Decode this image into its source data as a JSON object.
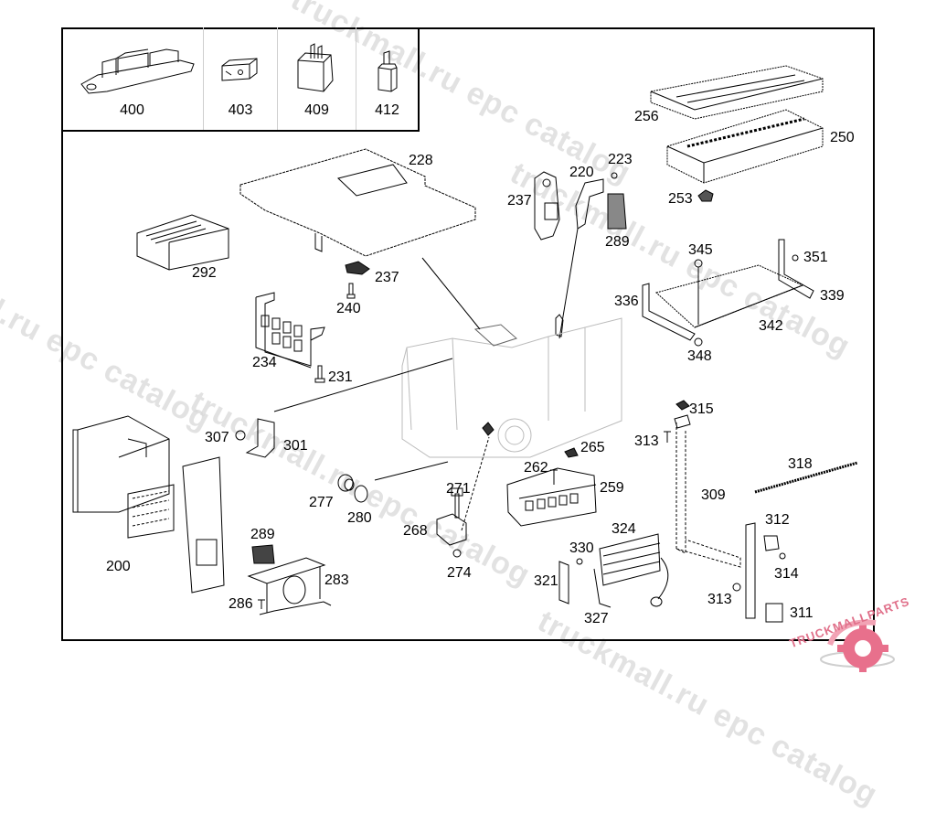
{
  "diagram": {
    "type": "exploded parts diagram",
    "subject": "truck/bus electrical components"
  },
  "legend": [
    {
      "part": "400",
      "name": "fuse-relay-box-icon"
    },
    {
      "part": "403",
      "name": "relay-bracket-icon"
    },
    {
      "part": "409",
      "name": "relay-icon"
    },
    {
      "part": "412",
      "name": "small-relay-icon"
    }
  ],
  "callouts": {
    "c200": "200",
    "c220": "220",
    "c223": "223",
    "c228": "228",
    "c231": "231",
    "c234": "234",
    "c237a": "237",
    "c237b": "237",
    "c240": "240",
    "c250": "250",
    "c253": "253",
    "c256": "256",
    "c259": "259",
    "c262": "262",
    "c265": "265",
    "c268": "268",
    "c271": "271",
    "c274": "274",
    "c277": "277",
    "c280": "280",
    "c283": "283",
    "c286": "286",
    "c289a": "289",
    "c289b": "289",
    "c292": "292",
    "c301": "301",
    "c307": "307",
    "c309": "309",
    "c311": "311",
    "c312": "312",
    "c313a": "313",
    "c313b": "313",
    "c314": "314",
    "c315": "315",
    "c318": "318",
    "c321": "321",
    "c324": "324",
    "c327": "327",
    "c330": "330",
    "c336": "336",
    "c339": "339",
    "c342": "342",
    "c345": "345",
    "c348": "348",
    "c351": "351"
  },
  "watermarks": {
    "w1": "truckmall.ru epc catalog",
    "w2": "truckmall.ru epc catalog",
    "w3": "truckmall.ru epc catalog",
    "w4": "truckmall.ru epc catalog",
    "w5": "truckmall.ru epc catalog"
  },
  "logo": {
    "text": "TRUCKMALLPARTS",
    "color": "#e05a7a"
  }
}
